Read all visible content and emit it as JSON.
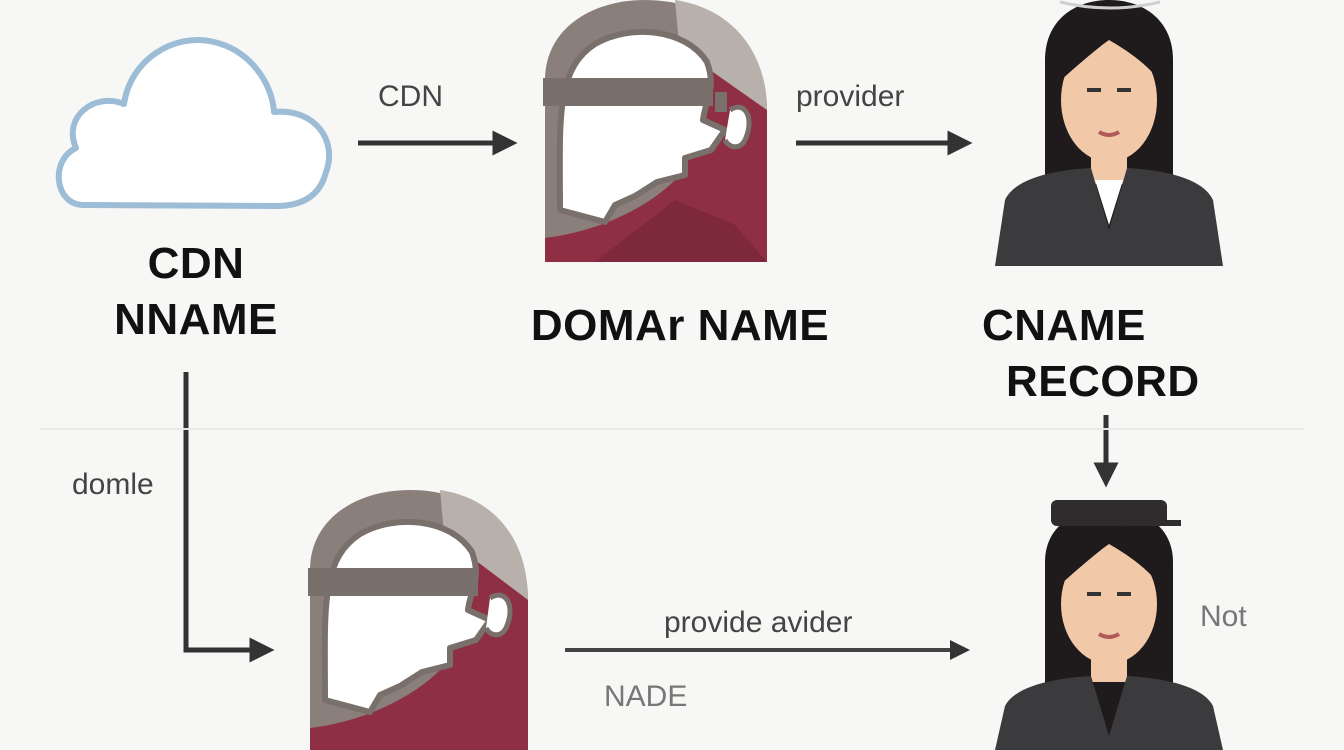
{
  "nodes": {
    "cdn": {
      "title_line1": "CDN",
      "title_line2": "NNAME"
    },
    "domain": {
      "title": "DOMAr NAME"
    },
    "cname": {
      "title_line1": "CNAME",
      "title_line2": "RECORD"
    }
  },
  "edges": {
    "cdn_to_domain": "CDN",
    "domain_to_cname": "provider",
    "cdn_down": "domle",
    "bottom_arrow_top": "provide avider",
    "bottom_arrow_bottom": "NADE",
    "bottom_right_note": "Not"
  },
  "icons": {
    "cloud": "cloud-icon",
    "head_profile": "head-profile-icon",
    "person": "person-icon"
  },
  "colors": {
    "cloud_stroke": "#9dbcd6",
    "head_red": "#8e2f43",
    "head_gray": "#8a7f7a",
    "arrow": "#333333",
    "suit": "#3b3a3c"
  }
}
